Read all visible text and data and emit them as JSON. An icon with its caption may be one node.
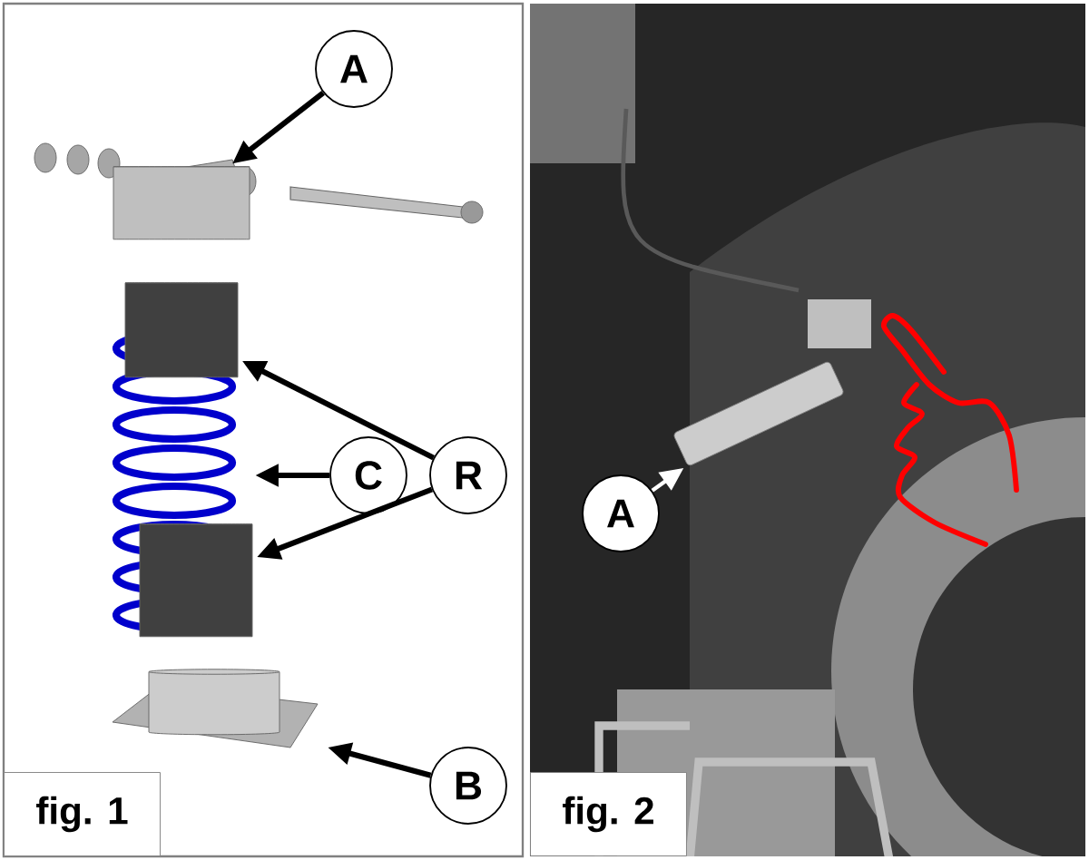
{
  "diagram": {
    "nodes": [
      {
        "text": [
          "A"
        ]
      },
      {
        "text": [],
        "shape": "cylinder"
      },
      {
        "text": [
          "R"
        ]
      },
      {
        "text": [],
        "shape": "cylinder"
      },
      {
        "text": [],
        "shape": "cylinder"
      },
      {
        "text": [
          "C"
        ]
      },
      {
        "text": [],
        "shape": "picture"
      },
      {
        "text": [
          "B"
        ]
      },
      {
        "text": [],
        "shape": "picture"
      },
      {
        "text": [
          "A"
        ]
      },
      {
        "text": [],
        "shape": "bar"
      }
    ],
    "edges": [
      {
        "from": 0,
        "to": 1,
        "arrow": "to"
      },
      {
        "from": 2,
        "to": 3,
        "arrow": "to"
      },
      {
        "from": 2,
        "to": 4,
        "arrow": "to"
      },
      {
        "from": 5,
        "to": 6,
        "arrow": "to"
      },
      {
        "from": 7,
        "to": 8,
        "arrow": "to"
      },
      {
        "from": 9,
        "to": 10,
        "arrow": "to",
        "color": "#ffffff"
      }
    ],
    "labels": [
      "fig. 1",
      "fig. 2"
    ]
  }
}
